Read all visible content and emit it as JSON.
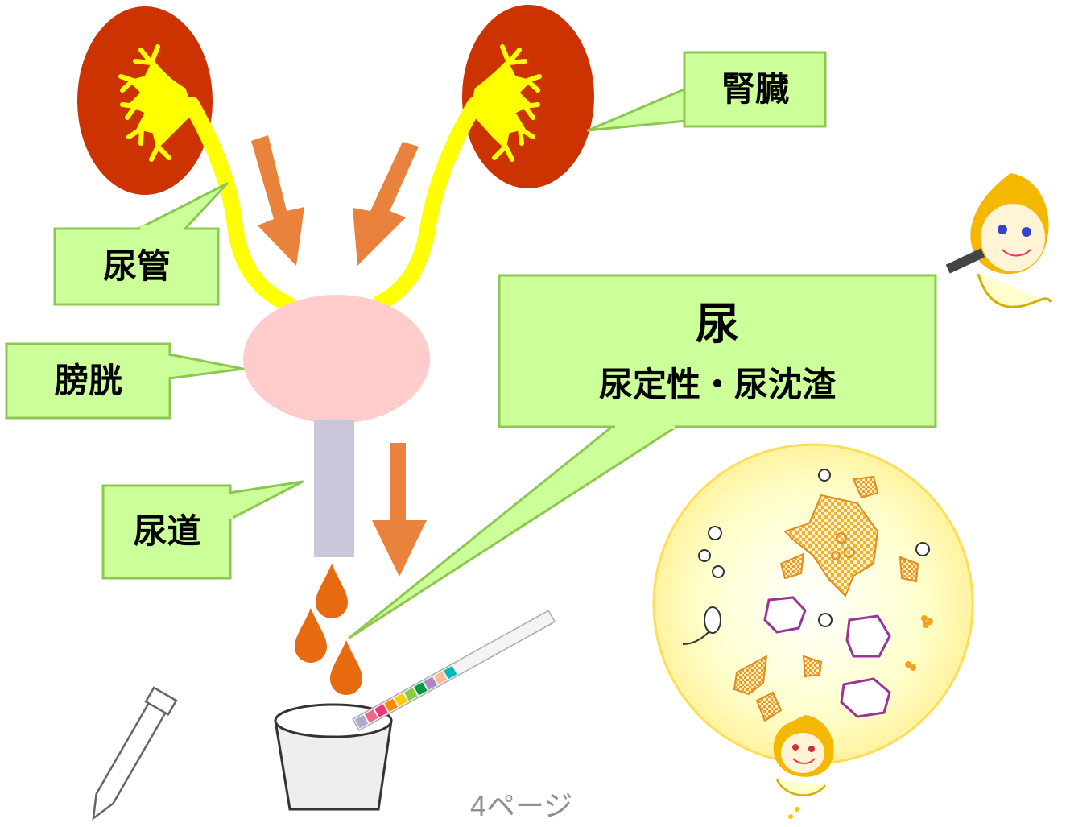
{
  "labels": {
    "kidney": "腎臓",
    "ureter": "尿管",
    "bladder": "膀胱",
    "urethra": "尿道",
    "urine_title": "尿",
    "urine_subtitle": "尿定性・尿沈渣"
  },
  "page_number": "4ページ",
  "colors": {
    "kidney": "#cc3300",
    "renal_pelvis": "#ffff00",
    "bladder": "#ffcccc",
    "urethra": "#ccc6dd",
    "arrow": "#e8823c",
    "drop": "#e86a10",
    "callout_fill": "#ccff99",
    "callout_stroke": "#8cc850",
    "microscope_field": "#ffffcc",
    "test_strip_pads": [
      "#aaaacc",
      "#ee6688",
      "#ee3377",
      "#ff8800",
      "#ffcc00",
      "#88cc44",
      "#009944",
      "#aa88cc",
      "#ffbb99",
      "#00bbbb"
    ]
  },
  "icons": [
    "kidney-icon",
    "bladder-icon",
    "urine-drop-icon",
    "urine-cup-icon",
    "test-strip-icon",
    "test-tube-icon",
    "microscope-view-icon",
    "mascot-icon"
  ]
}
